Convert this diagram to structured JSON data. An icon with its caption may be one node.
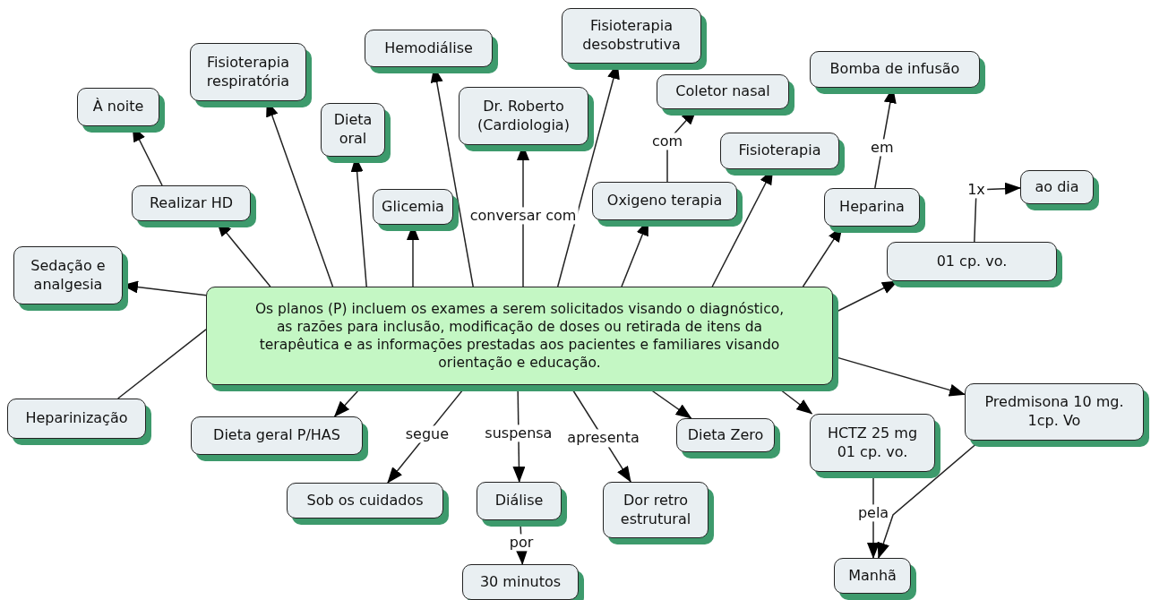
{
  "diagram": {
    "nodes": [
      {
        "text": [
          "Os planos (P) incluem os exames a serem solicitados visando o diagnóstico, as razões para inclusão, modificação de doses ou retirada de itens da terapêutica e as informações prestadas aos pacientes e familiares visando orientação e educação."
        ]
      },
      {
        "text": [
          "Sedação e analgesia"
        ]
      },
      {
        "text": [
          "Heparinização"
        ]
      },
      {
        "text": [
          "Realizar HD"
        ]
      },
      {
        "text": [
          "À noite"
        ]
      },
      {
        "text": [
          "Fisioterapia respiratória"
        ]
      },
      {
        "text": [
          "Dieta oral"
        ]
      },
      {
        "text": [
          "Hemodiálise"
        ]
      },
      {
        "text": [
          "Glicemia"
        ]
      },
      {
        "text": [
          "Dr. Roberto (Cardiologia)"
        ]
      },
      {
        "text": [
          "Fisioterapia desobstrutiva"
        ]
      },
      {
        "text": [
          "Coletor nasal"
        ]
      },
      {
        "text": [
          "Oxigeno terapia"
        ]
      },
      {
        "text": [
          "Fisioterapia"
        ]
      },
      {
        "text": [
          "Bomba de infusão"
        ]
      },
      {
        "text": [
          "Heparina"
        ]
      },
      {
        "text": [
          "ao dia"
        ]
      },
      {
        "text": [
          "01 cp. vo."
        ]
      },
      {
        "text": [
          "Predmisona 10 mg. 1cp. Vo"
        ]
      },
      {
        "text": [
          "Dieta Zero"
        ]
      },
      {
        "text": [
          "HCTZ 25 mg 01 cp. vo."
        ]
      },
      {
        "text": [
          "Manhã"
        ]
      },
      {
        "text": [
          "Dor retro estrutural"
        ]
      },
      {
        "text": [
          "Diálise"
        ]
      },
      {
        "text": [
          "30 minutos"
        ]
      },
      {
        "text": [
          "Sob os cuidados"
        ]
      },
      {
        "text": [
          "Dieta geral P/HAS"
        ]
      }
    ],
    "edges": [
      {
        "from": 0,
        "to": 1,
        "arrow": "to"
      },
      {
        "from": 0,
        "to": 2,
        "arrow": "none"
      },
      {
        "from": 0,
        "to": 3,
        "arrow": "to"
      },
      {
        "from": 3,
        "to": 4,
        "arrow": "to"
      },
      {
        "from": 0,
        "to": 5,
        "arrow": "to"
      },
      {
        "from": 0,
        "to": 6,
        "arrow": "to"
      },
      {
        "from": 0,
        "to": 7,
        "arrow": "to"
      },
      {
        "from": 0,
        "to": 8,
        "arrow": "to"
      },
      {
        "from": 0,
        "to": 9,
        "arrow": "to",
        "label": "conversar com"
      },
      {
        "from": 0,
        "to": 10,
        "arrow": "to"
      },
      {
        "from": 12,
        "to": 11,
        "arrow": "to",
        "label": "com"
      },
      {
        "from": 0,
        "to": 12,
        "arrow": "to"
      },
      {
        "from": 0,
        "to": 13,
        "arrow": "to"
      },
      {
        "from": 15,
        "to": 14,
        "arrow": "to",
        "label": "em"
      },
      {
        "from": 0,
        "to": 15,
        "arrow": "to"
      },
      {
        "from": 17,
        "to": 16,
        "arrow": "to",
        "label": "1x"
      },
      {
        "from": 0,
        "to": 17,
        "arrow": "to"
      },
      {
        "from": 0,
        "to": 18,
        "arrow": "to"
      },
      {
        "from": 0,
        "to": 19,
        "arrow": "to"
      },
      {
        "from": 0,
        "to": 20,
        "arrow": "to"
      },
      {
        "from": 20,
        "to": 21,
        "arrow": "to",
        "label": "pela"
      },
      {
        "from": 18,
        "to": 21,
        "arrow": "to"
      },
      {
        "from": 0,
        "to": 22,
        "arrow": "to",
        "label": "apresenta"
      },
      {
        "from": 0,
        "to": 23,
        "arrow": "to",
        "label": "suspensa"
      },
      {
        "from": 23,
        "to": 24,
        "arrow": "to",
        "label": "por"
      },
      {
        "from": 0,
        "to": 25,
        "arrow": "to",
        "label": "segue"
      },
      {
        "from": 0,
        "to": 26,
        "arrow": "to"
      }
    ]
  }
}
